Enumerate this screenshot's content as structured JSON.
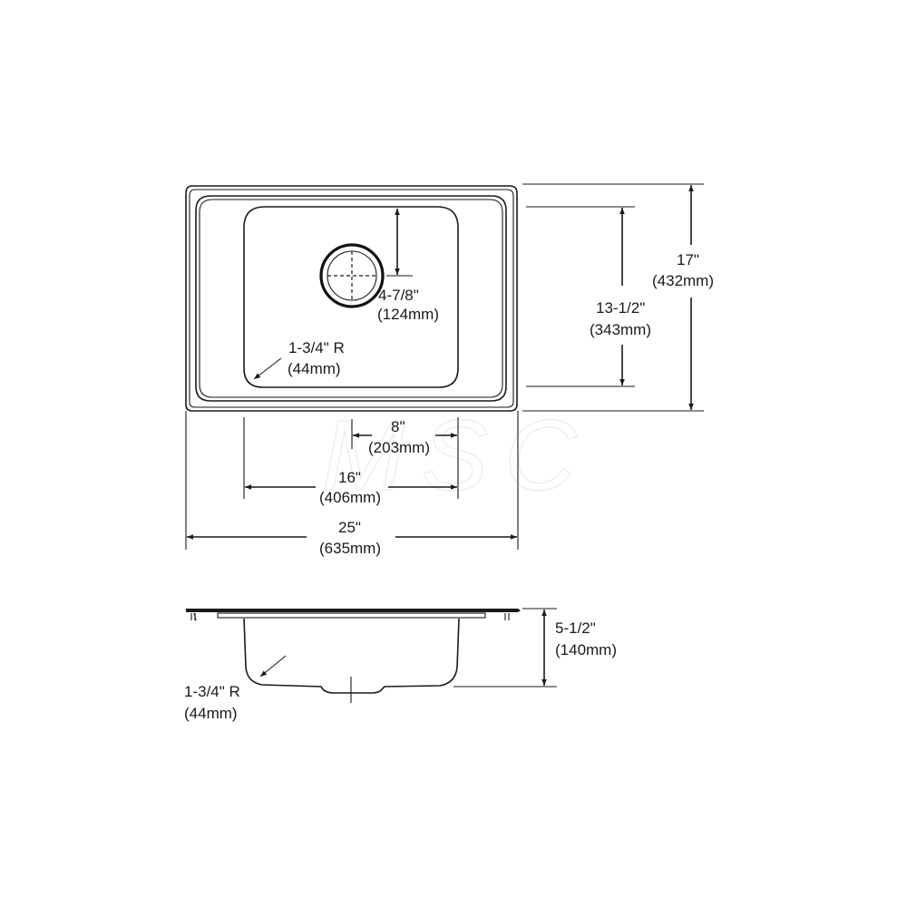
{
  "watermark": "MSC",
  "top_view": {
    "drain_offset": {
      "imperial": "4-7/8\"",
      "metric": "(124mm)"
    },
    "corner_radius": {
      "imperial": "1-3/4\" R",
      "metric": "(44mm)"
    },
    "bowl_length": {
      "imperial": "13-1/2\"",
      "metric": "(343mm)"
    },
    "overall_length": {
      "imperial": "17\"",
      "metric": "(432mm)"
    },
    "drain_centerline": {
      "imperial": "8\"",
      "metric": "(203mm)"
    },
    "bowl_width": {
      "imperial": "16\"",
      "metric": "(406mm)"
    },
    "overall_width": {
      "imperial": "25\"",
      "metric": "(635mm)"
    }
  },
  "side_view": {
    "depth": {
      "imperial": "5-1/2\"",
      "metric": "(140mm)"
    },
    "corner_radius": {
      "imperial": "1-3/4\" R",
      "metric": "(44mm)"
    }
  }
}
